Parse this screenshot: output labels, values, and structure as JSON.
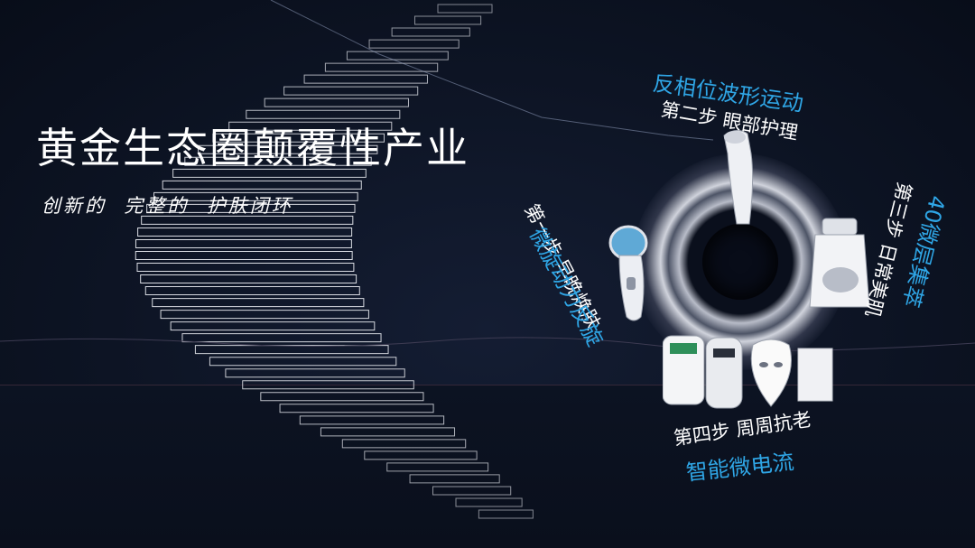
{
  "slide": {
    "title": "黄金生态圈颠覆性产业",
    "subtitle": "创新的  完整的  护肤闭环"
  },
  "steps": [
    {
      "step": "第一步 早晚焕肤",
      "feature": "微旋动力反旋"
    },
    {
      "step": "第二步 眼部护理",
      "feature": "反相位波形运动"
    },
    {
      "step": "第三步 日常美肌",
      "feature": "40微层集萃"
    },
    {
      "step": "第四步 周周抗老",
      "feature": "智能微电流"
    }
  ],
  "devices": [
    {
      "name": "facial-spa-device",
      "logo": ""
    },
    {
      "name": "eye-care-device"
    },
    {
      "name": "ageloc-me-dispenser"
    },
    {
      "name": "galvanic-spa-set"
    },
    {
      "name": "sheet-mask"
    }
  ],
  "colors": {
    "accent": "#2fa6e6",
    "background": "#0b1120",
    "text": "#ffffff"
  }
}
